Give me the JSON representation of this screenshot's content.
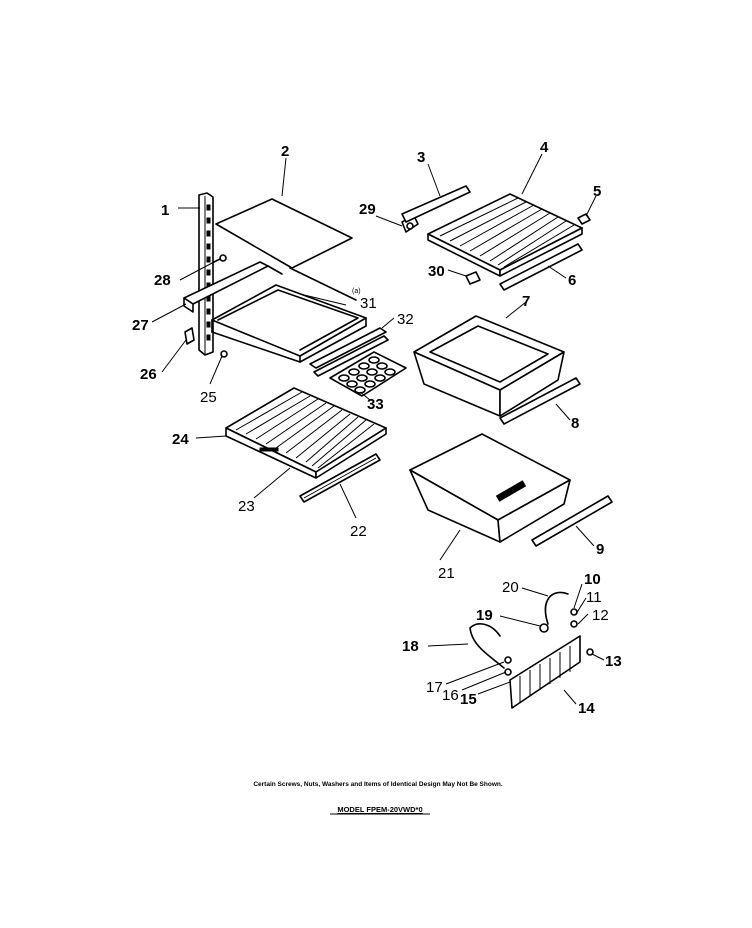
{
  "labels": {
    "p1": "1",
    "p2": "2",
    "p3": "3",
    "p4": "4",
    "p5": "5",
    "p6": "6",
    "p7": "7",
    "p8": "8",
    "p9": "9",
    "p10": "10",
    "p11": "11",
    "p12": "12",
    "p13": "13",
    "p14": "14",
    "p15": "15",
    "p16": "16",
    "p17": "17",
    "p18": "18",
    "p19": "19",
    "p20": "20",
    "p21": "21",
    "p22": "22",
    "p23": "23",
    "p24": "24",
    "p25": "25",
    "p26": "26",
    "p27": "27",
    "p28": "28",
    "p29": "29",
    "p30": "30",
    "p31": "31",
    "p32": "32",
    "p33": "33",
    "p31_note": "(a)"
  },
  "footer": {
    "note": "Certain Screws, Nuts, Washers and Items of Identical Design May Not Be Shown.",
    "model": "MODEL FPEM-20VWD*0"
  }
}
